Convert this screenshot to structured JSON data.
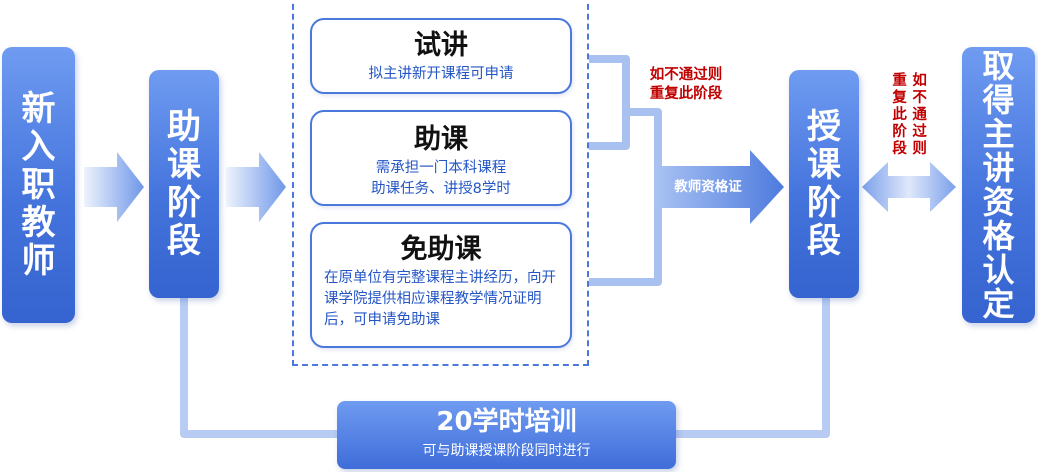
{
  "stages": {
    "new_teacher": "新入职教师",
    "assistant_stage": "助课阶段",
    "teaching_stage": "授课阶段",
    "qualification": "取得主讲资格认定"
  },
  "options": [
    {
      "title": "试讲",
      "description": "拟主讲新开课程可申请"
    },
    {
      "title": "助课",
      "description_lines": [
        "需承担一门本科课程",
        "助课任务、讲授8学时"
      ]
    },
    {
      "title": "免助课",
      "description": "在原单位有完整课程主讲经历，向开课学院提供相应课程教学情况证明后，可申请免助课"
    }
  ],
  "notes": {
    "retry_line1": "如不通过则",
    "retry_line2": "重复此阶段",
    "retry_vertical_right": "如不通过则",
    "retry_vertical_left": "重复此阶段"
  },
  "connector_label": "教师资格证",
  "training": {
    "title": "20学时培训",
    "subtitle": "可与助课授课阶段同时进行"
  },
  "colors": {
    "stage_blue": "#4574dd",
    "arrow_light": "#dbe6fb",
    "arrow_dark": "#7ba0ea",
    "connector_line": "#a9c1f0",
    "option_border": "#4a78db",
    "option_text": "#2456c6",
    "warning_red": "#c00000"
  }
}
